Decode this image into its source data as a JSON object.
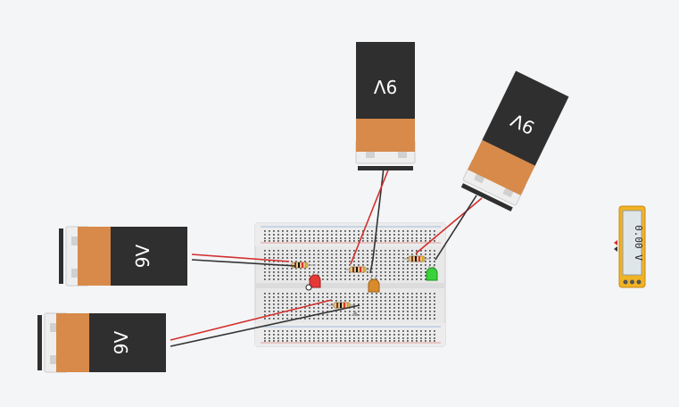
{
  "canvas": {
    "title": "",
    "background": "#f4f5f7"
  },
  "batteries": [
    {
      "id": "battery-top",
      "label": "9V"
    },
    {
      "id": "battery-top-right",
      "label": "9V"
    },
    {
      "id": "battery-left",
      "label": "9V"
    },
    {
      "id": "battery-bottom-left",
      "label": "9V"
    }
  ],
  "multimeter": {
    "reading": "0.00 V"
  },
  "components": {
    "leds": [
      {
        "color": "red",
        "hex": "#e53935"
      },
      {
        "color": "orange",
        "hex": "#d98b2b"
      },
      {
        "color": "green",
        "hex": "#3bd13b"
      }
    ],
    "resistor_count": 4
  },
  "colors": {
    "battery_body": "#2f2f2f",
    "battery_cap": "#d78a4a",
    "wire_positive": "#d32f2f",
    "wire_negative": "#333333",
    "breadboard": "#e8e8e8",
    "meter_body": "#f1b324"
  }
}
